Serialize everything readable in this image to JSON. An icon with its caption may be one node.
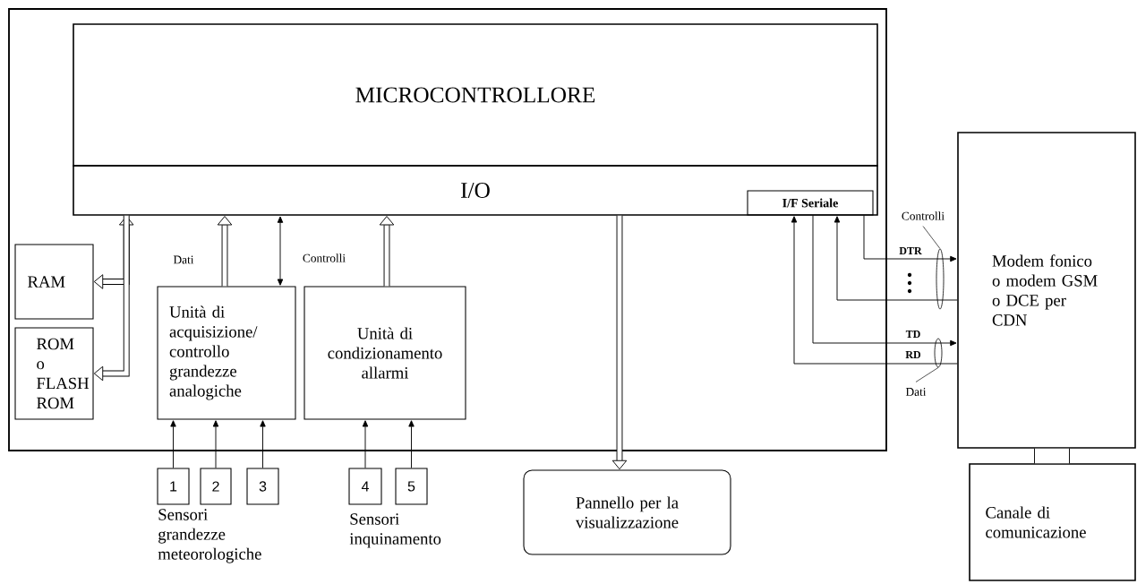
{
  "diagram": {
    "nodes": [
      {
        "text": [],
        "shape": "box"
      },
      {
        "text": [
          "MICROCONTROLLORE"
        ],
        "in": 0
      },
      {
        "text": [
          "I/O"
        ],
        "in": 0
      },
      {
        "text": [
          "I/F Seriale"
        ],
        "in": 2
      },
      {
        "text": [
          "RAM"
        ],
        "in": 0
      },
      {
        "text": [
          "ROM o FLASH ROM"
        ],
        "in": 0
      },
      {
        "text": [
          "Unità di acquisizione/ controllo grandezze analogiche"
        ],
        "in": 0
      },
      {
        "text": [
          "Unità di condizionamento allarmi"
        ],
        "in": 0
      },
      {
        "text": [
          "1"
        ]
      },
      {
        "text": [
          "2"
        ]
      },
      {
        "text": [
          "3"
        ]
      },
      {
        "text": [
          "4"
        ]
      },
      {
        "text": [
          "5"
        ]
      },
      {
        "text": [
          "Pannello per la visualizzazione"
        ]
      },
      {
        "text": [
          "Modem fonico o modem GSM o DCE per CDN"
        ]
      },
      {
        "text": [
          "Canale di comunicazione"
        ]
      },
      {
        "text": [
          "Controlli"
        ]
      },
      {
        "text": [],
        "shape": "ellipse"
      },
      {
        "text": [
          "Dati"
        ]
      },
      {
        "text": [],
        "shape": "ellipse"
      }
    ],
    "edges": [
      {
        "from": 2,
        "to": 4,
        "arrow": "both",
        "style": "thick"
      },
      {
        "from": 2,
        "to": 5,
        "arrow": "to",
        "style": "thick"
      },
      {
        "from": 6,
        "to": 2,
        "arrow": "to",
        "style": "thick",
        "label": "Dati"
      },
      {
        "from": 6,
        "to": 2,
        "arrow": "both",
        "label": "Controlli"
      },
      {
        "from": 7,
        "to": 2,
        "arrow": "to",
        "style": "thick"
      },
      {
        "from": 2,
        "to": 13,
        "arrow": "to",
        "style": "thick"
      },
      {
        "from": 8,
        "to": 6,
        "arrow": "to"
      },
      {
        "from": 9,
        "to": 6,
        "arrow": "to"
      },
      {
        "from": 10,
        "to": 6,
        "arrow": "to"
      },
      {
        "from": 11,
        "to": 7,
        "arrow": "to"
      },
      {
        "from": 12,
        "to": 7,
        "arrow": "to"
      },
      {
        "from": 3,
        "to": 14,
        "arrow": "to",
        "label": "DTR"
      },
      {
        "from": 14,
        "to": 3,
        "arrow": "to"
      },
      {
        "from": 3,
        "to": 14,
        "arrow": "to",
        "label": "TD"
      },
      {
        "from": 14,
        "to": 3,
        "arrow": "to",
        "label": "RD"
      },
      {
        "from": 14,
        "to": 15,
        "arrow": "none",
        "style": "thick"
      },
      {
        "from": 16,
        "to": 17,
        "arrow": "none"
      },
      {
        "from": 18,
        "to": 19,
        "arrow": "none"
      }
    ],
    "labels": [
      "Sensori grandezze meteorologiche",
      "Sensori inquinamento"
    ]
  }
}
